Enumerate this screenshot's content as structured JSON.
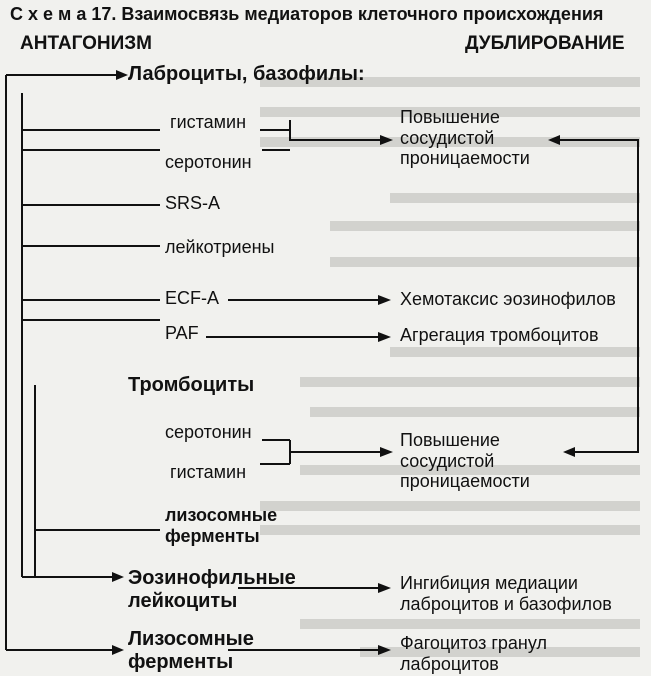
{
  "title": {
    "prefix": "С х е м а  17.",
    "text": "Взаимосвязь медиаторов клеточного происхождения"
  },
  "headers": {
    "left": "АНТАГОНИЗМ",
    "right": "ДУБЛИРОВАНИЕ"
  },
  "groups": {
    "mast_cells": "Лаброциты, базофилы:",
    "platelets": "Тромбоциты",
    "eosinophils": [
      "Эозинофильные",
      "лейкоциты"
    ],
    "lysosomal_enzymes_bottom": [
      "Лизосомные",
      "ферменты"
    ]
  },
  "mediators": {
    "histamine_1": "гистамин",
    "serotonin_1": "серотонин",
    "srs_a": "SRS-A",
    "leukotrienes": "лейкотриены",
    "ecf_a": "ECF-A",
    "paf": "PAF",
    "serotonin_2": "серотонин",
    "histamine_2": "гистамин",
    "lysosomal_enzymes": [
      "лизосомные",
      "ферменты"
    ]
  },
  "effects": {
    "permeability_1": [
      "Повышение",
      "сосудистой",
      "проницаемости"
    ],
    "eosinophil_chemotaxis": "Хемотаксис эозинофилов",
    "platelet_aggregation": "Агрегация тромбоцитов",
    "permeability_2": [
      "Повышение",
      "сосудистой",
      "проницаемости"
    ],
    "mediation_inhibition": [
      "Ингибиция медиации",
      "лаброцитов и базофилов"
    ],
    "granule_phagocytosis": [
      "Фагоцитоз гранул",
      "лаброцитов"
    ]
  }
}
